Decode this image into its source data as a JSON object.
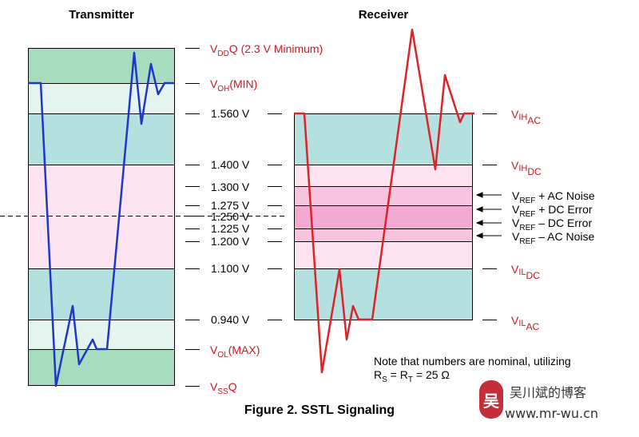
{
  "titles": {
    "transmitter": "Transmitter",
    "receiver": "Receiver",
    "figure_caption": "Figure 2. SSTL Signaling"
  },
  "transmitter_labels": {
    "vddq": {
      "main": "V",
      "sub": "DD",
      "rest": "Q (2.3 V Minimum)"
    },
    "voh": {
      "main": "V",
      "sub": "OH",
      "rest": "(MIN)"
    },
    "vol": {
      "main": "V",
      "sub": "OL",
      "rest": "(MAX)"
    },
    "vssq": {
      "main": "V",
      "sub": "SS",
      "rest": "Q"
    }
  },
  "voltage_labels": [
    "1.560 V",
    "1.400 V",
    "1.300 V",
    "1.275 V",
    "1.250 V",
    "1.225 V",
    "1.200 V",
    "1.100 V",
    "0.940 V"
  ],
  "receiver_labels": {
    "vihac": {
      "main": "V",
      "sub": "IH",
      "subsub": "AC"
    },
    "vihdc": {
      "main": "V",
      "sub": "IH",
      "subsub": "DC"
    },
    "vildc": {
      "main": "V",
      "sub": "IL",
      "subsub": "DC"
    },
    "vilac": {
      "main": "V",
      "sub": "IL",
      "subsub": "AC"
    }
  },
  "ref_labels": [
    {
      "main": "V",
      "sub": "REF",
      "rest": " + AC Noise"
    },
    {
      "main": "V",
      "sub": "REF",
      "rest": " + DC Error"
    },
    {
      "main": "V",
      "sub": "REF",
      "rest": " – DC Error"
    },
    {
      "main": "V",
      "sub": "REF",
      "rest": " – AC Noise"
    }
  ],
  "note": {
    "line1": "Note that numbers are nominal, utilizing",
    "line2": {
      "r": "R",
      "rs": "S",
      "eq": " = R",
      "rt": "T",
      "rest": " = 25 Ω"
    }
  },
  "watermark": {
    "logo_char": "吴",
    "title": "吴川斌的博客",
    "url": "www.mr-wu.cn"
  },
  "colors": {
    "green": "#a7dcbf",
    "pale_green": "#e3f5ee",
    "teal": "#b4e0e0",
    "pink": "#fde2ef",
    "pink_mid": "#f7c4e0",
    "pink_dark": "#f2a9d2",
    "blue_trace": "#1f37c8",
    "red_trace": "#de2228",
    "label_red": "#d0161d"
  }
}
